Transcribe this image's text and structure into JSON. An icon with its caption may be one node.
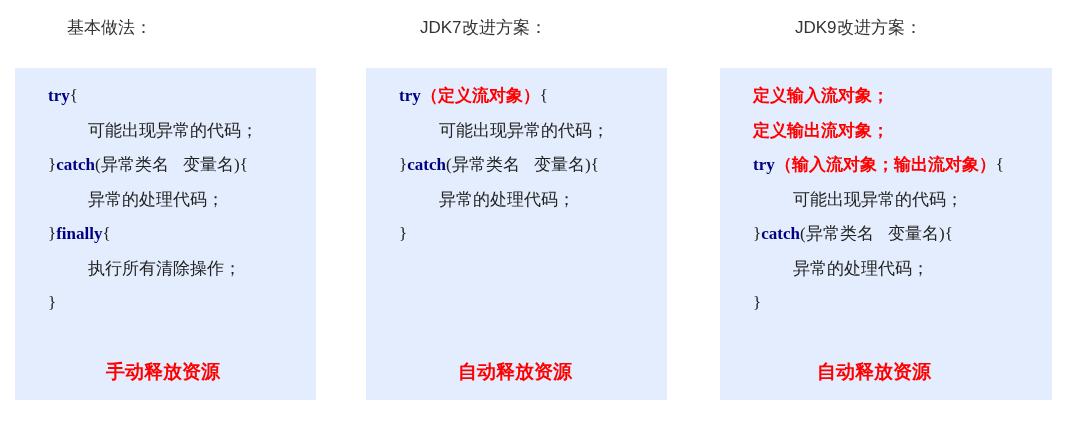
{
  "diagram": {
    "nodes": [
      {
        "text": [
          "基本做法：",
          "**try**{",
          "可能出现异常的代码；",
          "}**catch**(异常类名 变量名){",
          "异常的处理代码；",
          "}**finally**{",
          "执行所有清除操作；",
          "}",
          "手动释放资源"
        ]
      },
      {
        "text": [
          "JDK7改进方案：",
          "**try****（定义流对象）**{",
          "可能出现异常的代码；",
          "}**catch**(异常类名 变量名){",
          "异常的处理代码；",
          "}",
          "自动释放资源"
        ]
      },
      {
        "text": [
          "JDK9改进方案：",
          "定义输入流对象；",
          "定义输出流对象；",
          "**try****（输入流对象；输出流对象）**{",
          "可能出现异常的代码；",
          "}**catch**(异常类名 变量名){",
          "异常的处理代码；",
          "}",
          "自动释放资源"
        ]
      }
    ]
  }
}
